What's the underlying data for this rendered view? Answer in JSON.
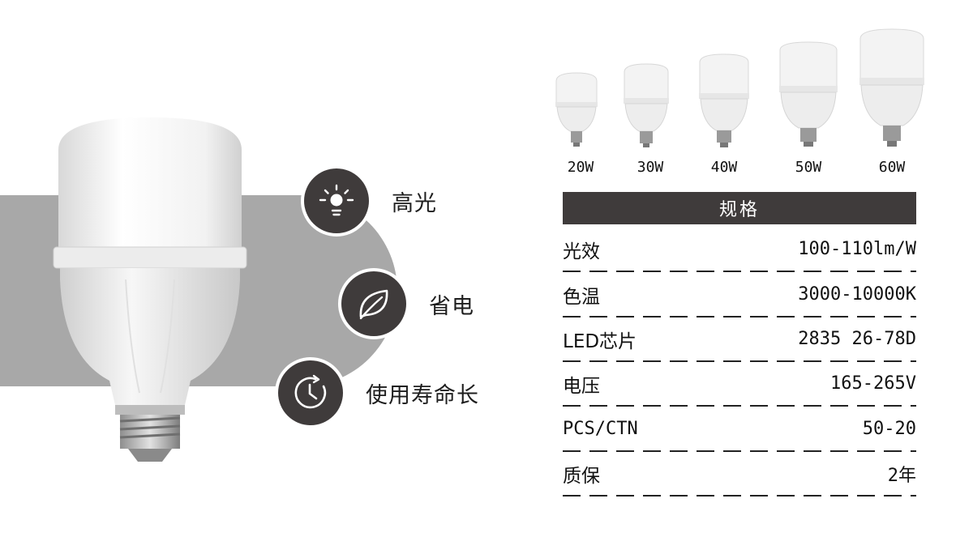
{
  "features": [
    {
      "label": "高光",
      "icon": "sun-icon"
    },
    {
      "label": "省电",
      "icon": "leaf-icon"
    },
    {
      "label": "使用寿命长",
      "icon": "clock-icon"
    }
  ],
  "wattages": [
    "20W",
    "30W",
    "40W",
    "50W",
    "60W"
  ],
  "spec_table": {
    "header": "规格",
    "rows": [
      {
        "key": "光效",
        "value": "100-110lm/W"
      },
      {
        "key": "色温",
        "value": "3000-10000K"
      },
      {
        "key": "LED芯片",
        "value": "2835 26-78D"
      },
      {
        "key": "电压",
        "value": "165-265V"
      },
      {
        "key": "PCS/CTN",
        "value": "50-20"
      },
      {
        "key": "质保",
        "value": "2年"
      }
    ]
  },
  "colors": {
    "dark": "#3f3b3b",
    "band": "#a8a8a8",
    "text": "#111111"
  }
}
